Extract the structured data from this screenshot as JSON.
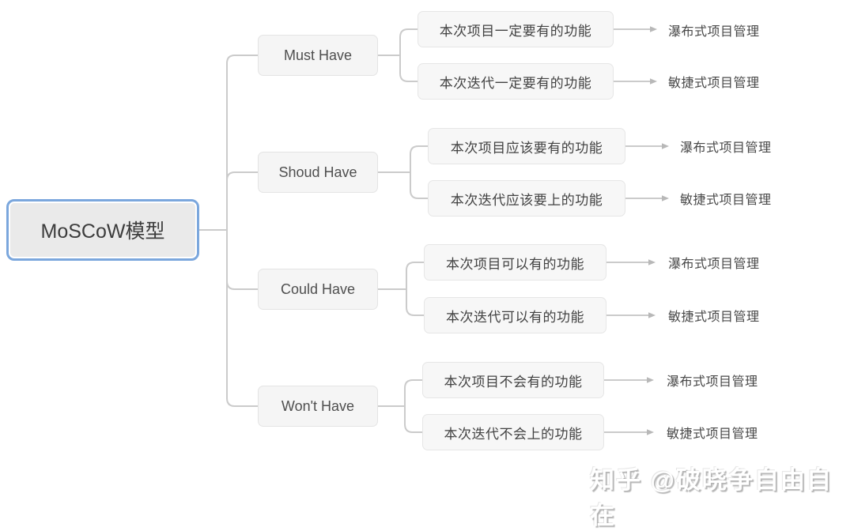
{
  "mindmap": {
    "root": {
      "label": "MoSCoW模型"
    },
    "branches": [
      {
        "label": "Must Have",
        "children": [
          {
            "label": "本次项目一定要有的功能",
            "leaf": "瀑布式项目管理"
          },
          {
            "label": "本次迭代一定要有的功能",
            "leaf": "敏捷式项目管理"
          }
        ]
      },
      {
        "label": "Shoud Have",
        "children": [
          {
            "label": "本次项目应该要有的功能",
            "leaf": "瀑布式项目管理"
          },
          {
            "label": "本次迭代应该要上的功能",
            "leaf": "敏捷式项目管理"
          }
        ]
      },
      {
        "label": "Could Have",
        "children": [
          {
            "label": "本次项目可以有的功能",
            "leaf": "瀑布式项目管理"
          },
          {
            "label": "本次迭代可以有的功能",
            "leaf": "敏捷式项目管理"
          }
        ]
      },
      {
        "label": "Won't Have",
        "children": [
          {
            "label": "本次项目不会有的功能",
            "leaf": "瀑布式项目管理"
          },
          {
            "label": "本次迭代不会上的功能",
            "leaf": "敏捷式项目管理"
          }
        ]
      }
    ],
    "colors": {
      "root_border": "#7ba7dd",
      "node_fill": "#f5f5f5",
      "connector": "#cbcbcb",
      "text": "#4a4a4a"
    }
  },
  "watermark": {
    "text": "知乎 @破晓争自由自在"
  }
}
